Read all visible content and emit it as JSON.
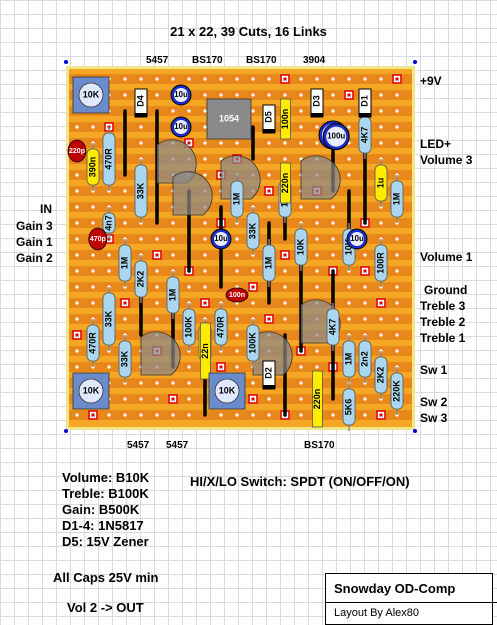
{
  "header": {
    "title": "21 x 22, 39 Cuts, 16 Links"
  },
  "top_labels": [
    "5457",
    "BS170",
    "BS170",
    "3904"
  ],
  "bottom_labels": [
    "5457",
    "5457",
    "BS170"
  ],
  "right_labels": [
    "+9V",
    "LED+",
    "Volume 3",
    "Volume 1",
    "Ground",
    "Treble 3",
    "Treble 2",
    "Treble 1",
    "Sw 1",
    "Sw 2",
    "Sw 3"
  ],
  "left_labels": [
    "IN",
    "Gain 3",
    "Gain 1",
    "Gain 2"
  ],
  "components": {
    "trimmers": [
      "10K",
      "10K",
      "10K"
    ],
    "trimmer_1054": "1054",
    "electrolytics": [
      "10u",
      "10u",
      "10u",
      "100u",
      "10u",
      "100u"
    ],
    "ceramics": [
      "220p",
      "470p"
    ],
    "ceramic_100n": "100n",
    "film": [
      "100n",
      "220n",
      "22n",
      "220n"
    ],
    "diodes": [
      "D4",
      "D3",
      "D1",
      "D5",
      "D2"
    ],
    "resistors": [
      "390n",
      "470R",
      "33K",
      "4n7",
      "1M",
      "2K2",
      "33K",
      "470R",
      "33K",
      "1M",
      "1M",
      "10K",
      "33K",
      "1M",
      "10K",
      "4K7",
      "1u",
      "1M",
      "10K",
      "100R",
      "100K",
      "22n",
      "470R",
      "100K",
      "4K7",
      "2n2",
      "1M",
      "5K6",
      "2K2",
      "220K"
    ]
  },
  "legend": [
    "Volume: B10K",
    "Treble: B100K",
    "Gain: B500K",
    "D1-4: 1N5817",
    "D5: 15V Zener"
  ],
  "switch_note": "HI/X/LO Switch: SPDT (ON/OFF/ON)",
  "caps_note": "All Caps 25V min",
  "vol_note": "Vol 2 -> OUT",
  "title_box": {
    "name": "Snowday OD-Comp",
    "author": "Layout By Alex80"
  },
  "colors": {
    "board": "#f5a623",
    "strip": "#e8871a",
    "board_border": "#f0e68c",
    "resistor": "#a9d7f0",
    "electrolytic": "#1c2cc8",
    "film": "#ffeb00",
    "cut": "#e00000",
    "link": "#000000",
    "transistor": "#8a8a8a",
    "trimmer": "#6b8ccc",
    "ceramic": "#c00000"
  }
}
